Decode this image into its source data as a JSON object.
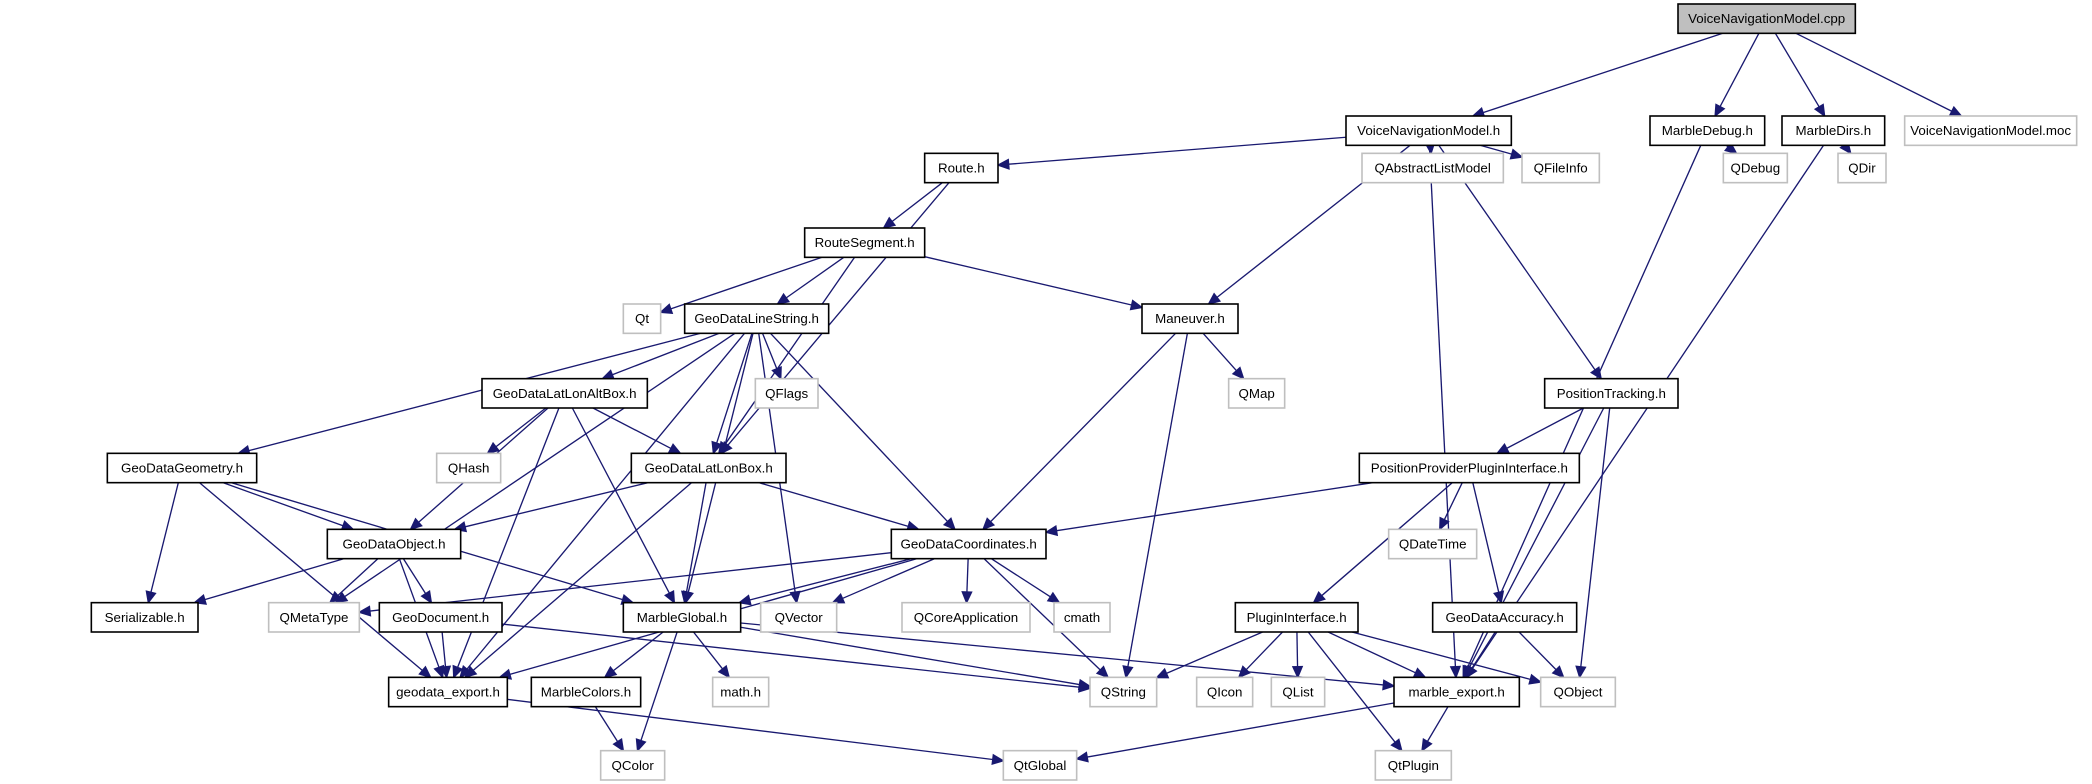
{
  "title": "VoiceNavigationModel.cpp include dependency graph",
  "colors": {
    "edge": "#191970",
    "root_fill": "#bfbfbf",
    "internal_border": "#000000",
    "external_border": "#bfbfbf"
  },
  "nodes": [
    {
      "id": "vnm_cpp",
      "label": "VoiceNavigationModel.cpp",
      "kind": "root"
    },
    {
      "id": "vnm_h",
      "label": "VoiceNavigationModel.h",
      "kind": "internal"
    },
    {
      "id": "marbledebug",
      "label": "MarbleDebug.h",
      "kind": "internal"
    },
    {
      "id": "marbledirs",
      "label": "MarbleDirs.h",
      "kind": "internal"
    },
    {
      "id": "vnm_moc",
      "label": "VoiceNavigationModel.moc",
      "kind": "external"
    },
    {
      "id": "route",
      "label": "Route.h",
      "kind": "internal"
    },
    {
      "id": "qabstractlistmodel",
      "label": "QAbstractListModel",
      "kind": "external"
    },
    {
      "id": "qfileinfo",
      "label": "QFileInfo",
      "kind": "external"
    },
    {
      "id": "qdebug",
      "label": "QDebug",
      "kind": "external"
    },
    {
      "id": "qdir",
      "label": "QDir",
      "kind": "external"
    },
    {
      "id": "routesegment",
      "label": "RouteSegment.h",
      "kind": "internal"
    },
    {
      "id": "qt",
      "label": "Qt",
      "kind": "external"
    },
    {
      "id": "linestring",
      "label": "GeoDataLineString.h",
      "kind": "internal"
    },
    {
      "id": "maneuver",
      "label": "Maneuver.h",
      "kind": "internal"
    },
    {
      "id": "latlonaltbox",
      "label": "GeoDataLatLonAltBox.h",
      "kind": "internal"
    },
    {
      "id": "qflags",
      "label": "QFlags",
      "kind": "external"
    },
    {
      "id": "qmap",
      "label": "QMap",
      "kind": "external"
    },
    {
      "id": "positiontracking",
      "label": "PositionTracking.h",
      "kind": "internal"
    },
    {
      "id": "geometry",
      "label": "GeoDataGeometry.h",
      "kind": "internal"
    },
    {
      "id": "qhash",
      "label": "QHash",
      "kind": "external"
    },
    {
      "id": "latlonbox",
      "label": "GeoDataLatLonBox.h",
      "kind": "internal"
    },
    {
      "id": "ppplugin",
      "label": "PositionProviderPluginInterface.h",
      "kind": "internal"
    },
    {
      "id": "geodataobject",
      "label": "GeoDataObject.h",
      "kind": "internal"
    },
    {
      "id": "coordinates",
      "label": "GeoDataCoordinates.h",
      "kind": "internal"
    },
    {
      "id": "qdatetime",
      "label": "QDateTime",
      "kind": "external"
    },
    {
      "id": "serializable",
      "label": "Serializable.h",
      "kind": "internal"
    },
    {
      "id": "qmetatype",
      "label": "QMetaType",
      "kind": "external"
    },
    {
      "id": "geodocument",
      "label": "GeoDocument.h",
      "kind": "internal"
    },
    {
      "id": "marbleglobal",
      "label": "MarbleGlobal.h",
      "kind": "internal"
    },
    {
      "id": "qvector",
      "label": "QVector",
      "kind": "external"
    },
    {
      "id": "qcoreapplication",
      "label": "QCoreApplication",
      "kind": "external"
    },
    {
      "id": "cmath",
      "label": "cmath",
      "kind": "external"
    },
    {
      "id": "plugininterface",
      "label": "PluginInterface.h",
      "kind": "internal"
    },
    {
      "id": "accuracy",
      "label": "GeoDataAccuracy.h",
      "kind": "internal"
    },
    {
      "id": "geodata_export",
      "label": "geodata_export.h",
      "kind": "internal"
    },
    {
      "id": "marblecolors",
      "label": "MarbleColors.h",
      "kind": "internal"
    },
    {
      "id": "math_h",
      "label": "math.h",
      "kind": "external"
    },
    {
      "id": "qstring",
      "label": "QString",
      "kind": "external"
    },
    {
      "id": "qicon",
      "label": "QIcon",
      "kind": "external"
    },
    {
      "id": "qlist",
      "label": "QList",
      "kind": "external"
    },
    {
      "id": "marble_export",
      "label": "marble_export.h",
      "kind": "internal"
    },
    {
      "id": "qobject",
      "label": "QObject",
      "kind": "external"
    },
    {
      "id": "qcolor",
      "label": "QColor",
      "kind": "external"
    },
    {
      "id": "qtglobal",
      "label": "QtGlobal",
      "kind": "external"
    },
    {
      "id": "qtplugin",
      "label": "QtPlugin",
      "kind": "external"
    }
  ],
  "edges": [
    [
      "vnm_cpp",
      "vnm_h"
    ],
    [
      "vnm_cpp",
      "marbledebug"
    ],
    [
      "vnm_cpp",
      "marbledirs"
    ],
    [
      "vnm_cpp",
      "vnm_moc"
    ],
    [
      "vnm_h",
      "route"
    ],
    [
      "vnm_h",
      "qabstractlistmodel"
    ],
    [
      "vnm_h",
      "qfileinfo"
    ],
    [
      "vnm_h",
      "maneuver"
    ],
    [
      "vnm_h",
      "positiontracking"
    ],
    [
      "vnm_h",
      "marble_export"
    ],
    [
      "marbledebug",
      "qdebug"
    ],
    [
      "marbledebug",
      "marble_export"
    ],
    [
      "marbledirs",
      "qdir"
    ],
    [
      "marbledirs",
      "marble_export"
    ],
    [
      "route",
      "routesegment"
    ],
    [
      "route",
      "latlonbox"
    ],
    [
      "routesegment",
      "qt"
    ],
    [
      "routesegment",
      "linestring"
    ],
    [
      "routesegment",
      "maneuver"
    ],
    [
      "routesegment",
      "latlonbox"
    ],
    [
      "linestring",
      "geometry"
    ],
    [
      "linestring",
      "latlonaltbox"
    ],
    [
      "linestring",
      "latlonbox"
    ],
    [
      "linestring",
      "qflags"
    ],
    [
      "linestring",
      "coordinates"
    ],
    [
      "linestring",
      "qvector"
    ],
    [
      "linestring",
      "marbleglobal"
    ],
    [
      "linestring",
      "qmetatype"
    ],
    [
      "linestring",
      "geodata_export"
    ],
    [
      "maneuver",
      "qmap"
    ],
    [
      "maneuver",
      "coordinates"
    ],
    [
      "maneuver",
      "qstring"
    ],
    [
      "latlonaltbox",
      "qhash"
    ],
    [
      "latlonaltbox",
      "latlonbox"
    ],
    [
      "latlonaltbox",
      "geodataobject"
    ],
    [
      "latlonaltbox",
      "marbleglobal"
    ],
    [
      "latlonaltbox",
      "geodata_export"
    ],
    [
      "positiontracking",
      "ppplugin"
    ],
    [
      "positiontracking",
      "marble_export"
    ],
    [
      "positiontracking",
      "qobject"
    ],
    [
      "geometry",
      "geodataobject"
    ],
    [
      "geometry",
      "serializable"
    ],
    [
      "geometry",
      "marbleglobal"
    ],
    [
      "geometry",
      "geodata_export"
    ],
    [
      "latlonbox",
      "geodataobject"
    ],
    [
      "latlonbox",
      "coordinates"
    ],
    [
      "latlonbox",
      "marbleglobal"
    ],
    [
      "latlonbox",
      "geodata_export"
    ],
    [
      "ppplugin",
      "coordinates"
    ],
    [
      "ppplugin",
      "qdatetime"
    ],
    [
      "ppplugin",
      "plugininterface"
    ],
    [
      "ppplugin",
      "accuracy"
    ],
    [
      "geodataobject",
      "serializable"
    ],
    [
      "geodataobject",
      "qmetatype"
    ],
    [
      "geodataobject",
      "geodocument"
    ],
    [
      "geodataobject",
      "geodata_export"
    ],
    [
      "coordinates",
      "qmetatype"
    ],
    [
      "coordinates",
      "marbleglobal"
    ],
    [
      "coordinates",
      "qvector"
    ],
    [
      "coordinates",
      "qcoreapplication"
    ],
    [
      "coordinates",
      "cmath"
    ],
    [
      "coordinates",
      "qstring"
    ],
    [
      "coordinates",
      "geodata_export"
    ],
    [
      "geodocument",
      "geodata_export"
    ],
    [
      "geodocument",
      "qstring"
    ],
    [
      "marbleglobal",
      "marblecolors"
    ],
    [
      "marbleglobal",
      "math_h"
    ],
    [
      "marbleglobal",
      "qcolor"
    ],
    [
      "marbleglobal",
      "qstring"
    ],
    [
      "marbleglobal",
      "marble_export"
    ],
    [
      "plugininterface",
      "qstring"
    ],
    [
      "plugininterface",
      "qicon"
    ],
    [
      "plugininterface",
      "qlist"
    ],
    [
      "plugininterface",
      "marble_export"
    ],
    [
      "plugininterface",
      "qtplugin"
    ],
    [
      "plugininterface",
      "qobject"
    ],
    [
      "accuracy",
      "marble_export"
    ],
    [
      "accuracy",
      "qobject"
    ],
    [
      "geodata_export",
      "qtglobal"
    ],
    [
      "marblecolors",
      "qcolor"
    ],
    [
      "marble_export",
      "qtglobal"
    ],
    [
      "marble_export",
      "qtplugin"
    ]
  ]
}
